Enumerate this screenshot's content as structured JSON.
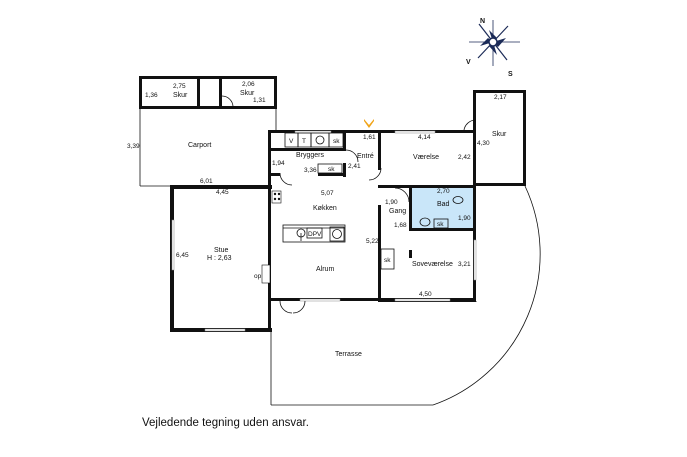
{
  "compass": {
    "n": "N",
    "v": "V",
    "s": "S"
  },
  "rooms": {
    "skur_left": "Skur",
    "skur_right": "Skur",
    "skur_small": "Skur",
    "carport": "Carport",
    "bryggers": "Bryggers",
    "entre": "Entré",
    "vaerelse": "Værelse",
    "koekken": "Køkken",
    "gang": "Gang",
    "bad": "Bad",
    "stue": "Stue",
    "stue_height": "H : 2,63",
    "alrum": "Alrum",
    "sovevaerelse": "Soveværelse",
    "terrasse": "Terrasse"
  },
  "fixtures": {
    "v": "V",
    "t": "T",
    "sk1": "sk",
    "sk2": "sk",
    "sk3": "sk",
    "sk4": "sk",
    "dpv": "DPV",
    "op": "op"
  },
  "dims": {
    "d275": "2,75",
    "d136": "1,36",
    "d206": "2,06",
    "d131": "1,31",
    "d217": "2,17",
    "d339": "3,39",
    "d601": "6,01",
    "d445": "4,45",
    "d645": "6,45",
    "d161": "1,61",
    "d414": "4,14",
    "d430": "4,30",
    "d242": "2,42",
    "d194": "1,94",
    "d336": "3,36",
    "d241": "2,41",
    "d507": "5,07",
    "d190a": "1,90",
    "d270": "2,70",
    "d190b": "1,90",
    "d168": "1,68",
    "d522": "5,22",
    "d321": "3,21",
    "d450": "4,50"
  },
  "disclaimer": "Vejledende tegning uden ansvar.",
  "colors": {
    "bath": "#c9e6f9",
    "marker": "#f0a418",
    "wall": "#111111"
  }
}
